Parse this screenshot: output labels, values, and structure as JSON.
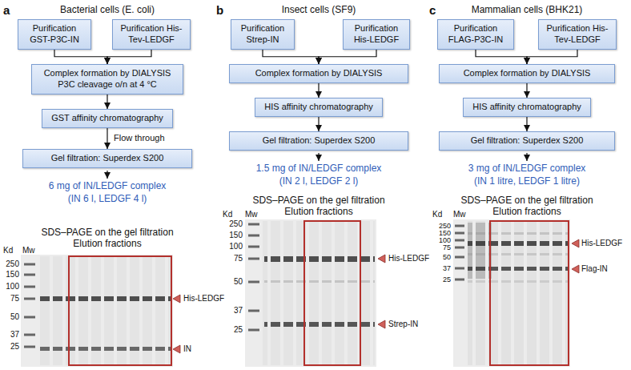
{
  "diagram": {
    "nodes": [
      {
        "text": [
          "Purification GST-P3C-IN"
        ]
      },
      {
        "text": [
          "Purification His-Tev-LEDGF"
        ]
      },
      {
        "text": [
          "Complex formation by DIALYSIS P3C cleavage o/n at 4 °C"
        ]
      },
      {
        "text": [
          "GST affinity chromatography"
        ]
      },
      {
        "text": [
          "Gel filtration: Superdex S200"
        ]
      },
      {
        "text": [
          "Purification Strep-IN"
        ]
      },
      {
        "text": [
          "Purification His-LEDGF"
        ]
      },
      {
        "text": [
          "Complex formation by DIALYSIS"
        ]
      },
      {
        "text": [
          "HIS affinity chromatography"
        ]
      },
      {
        "text": [
          "Gel filtration: Superdex S200"
        ]
      },
      {
        "text": [
          "Purification FLAG-P3C-IN"
        ]
      },
      {
        "text": [
          "Purification His-Tev-LEDGF"
        ]
      },
      {
        "text": [
          "Complex formation by DIALYSIS"
        ]
      },
      {
        "text": [
          "HIS affinity chromatography"
        ]
      },
      {
        "text": [
          "Gel filtration: Superdex S200"
        ]
      }
    ],
    "edges": [
      {
        "from": 0,
        "to": 2,
        "arrow": "to"
      },
      {
        "from": 1,
        "to": 2,
        "arrow": "to"
      },
      {
        "from": 2,
        "to": 3,
        "arrow": "to"
      },
      {
        "from": 3,
        "to": 4,
        "label": "Flow through",
        "arrow": "to"
      },
      {
        "from": 5,
        "to": 7,
        "arrow": "to"
      },
      {
        "from": 6,
        "to": 7,
        "arrow": "to"
      },
      {
        "from": 7,
        "to": 8,
        "arrow": "to"
      },
      {
        "from": 8,
        "to": 9,
        "arrow": "to"
      },
      {
        "from": 10,
        "to": 12,
        "arrow": "to"
      },
      {
        "from": 11,
        "to": 12,
        "arrow": "to"
      },
      {
        "from": 12,
        "to": 13,
        "arrow": "to"
      },
      {
        "from": 13,
        "to": 14,
        "arrow": "to"
      }
    ],
    "labels": [
      "a",
      "Bacterial cells (E. coli)",
      "6 mg of IN/LEDGF complex",
      "(IN 6 l, LEDGF 4 l)",
      "SDS–PAGE on the gel filtration",
      "Elution fractions",
      "Kd",
      "Mw",
      "250",
      "150",
      "100",
      "75",
      "50",
      "37",
      "25",
      "His-LEDGF",
      "IN",
      "b",
      "Insect cells (SF9)",
      "1.5 mg of IN/LEDGF complex",
      "(IN 2 l, LEDGF 2 l)",
      "SDS–PAGE on the gel filtration",
      "Elution fractions",
      "Kd",
      "Mw",
      "250",
      "150",
      "100",
      "75",
      "50",
      "37",
      "25",
      "His-LEDGF",
      "Strep-IN",
      "c",
      "Mammalian cells (BHK21)",
      "3 mg of IN/LEDGF complex",
      "(IN 1 litre, LEDGF 1 litre)",
      "SDS–PAGE on the gel filtration",
      "Elution fractions",
      "Kd",
      "Mw",
      "250",
      "150",
      "100",
      "75",
      "50",
      "37",
      "25",
      "His-LEDGF",
      "Flag-IN"
    ]
  }
}
